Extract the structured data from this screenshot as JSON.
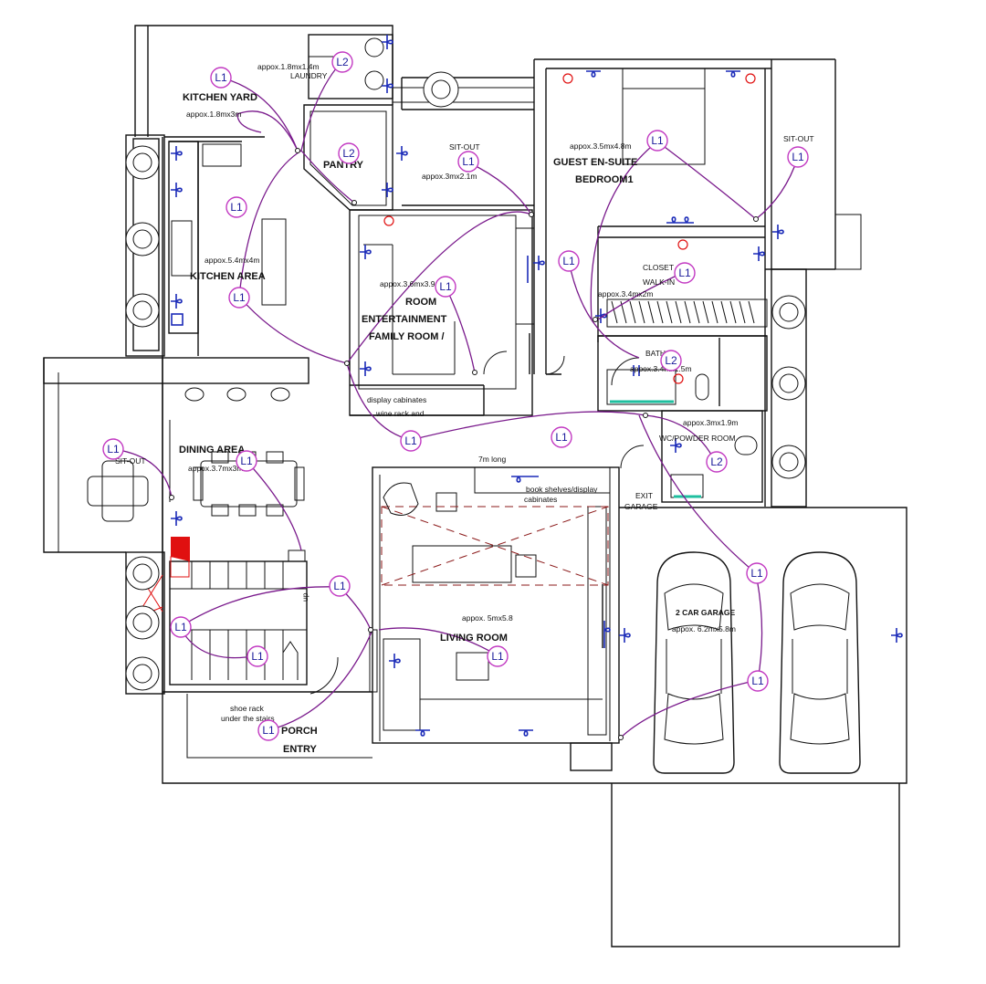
{
  "rooms": {
    "kitchen_yard": {
      "name": "KITCHEN YARD",
      "size": "appox.1.8mx3m"
    },
    "laundry": {
      "name": "LAUNDRY",
      "size": "appox.1.8mx1.4m"
    },
    "pantry": {
      "name": "PANTRY"
    },
    "kitchen": {
      "name": "KITCHEN AREA",
      "size": "appox.5.4mx4m"
    },
    "sitout_top": {
      "name": "SIT-OUT",
      "size": "appox.3mx2.1m"
    },
    "family_room": {
      "line1": "ROOM",
      "line2": "ENTERTAINMENT",
      "line3": "FAMILY ROOM /",
      "size": "appox.3.6mx3.9m"
    },
    "guest_bedroom": {
      "line1": "GUEST EN-SUITE",
      "line2": "BEDROOM1",
      "size": "appox.3.5mx4.8m"
    },
    "sitout_right": {
      "name": "SIT-OUT"
    },
    "closet": {
      "line1": "CLOSET",
      "line2": "WALK-IN",
      "size": "appox.3.4mx2m"
    },
    "bath": {
      "name": "BATH",
      "size": "appox.3.4mx1.5m"
    },
    "wc": {
      "name": "WC/POWDER ROOM",
      "size": "appox.3mx1.9m"
    },
    "dining": {
      "name": "DINING AREA",
      "size": "appox.3.7mx3m"
    },
    "sitout_left": {
      "name": "SIT-OUT"
    },
    "living": {
      "name": "LIVING ROOM",
      "size": "appox. 5mx5.8"
    },
    "garage": {
      "name": "2 CAR GARAGE",
      "size": "appox. 6.2mx5.8m"
    },
    "porch": {
      "line1": "PORCH",
      "line2": "ENTRY"
    }
  },
  "notes": {
    "display_cabinets_1": "display cabinates",
    "display_cabinets_2": "wine rack and",
    "seven_m": "7m long",
    "book_shelves_1": "book shelves/display",
    "book_shelves_2": "cabinates",
    "exit_1": "EXIT",
    "exit_2": "GARAGE",
    "shoe_rack_1": "shoe rack",
    "shoe_rack_2": "under the stairs",
    "up": "up"
  },
  "labels": {
    "l1": "L1",
    "l2": "L2"
  },
  "colors": {
    "wire": "#7a1a8c",
    "circle": "#c23ac2",
    "socket": "#1a2ab8",
    "dashed": "#8b1a1a",
    "red_fill": "#e01010",
    "bath_green": "#1fbf9f"
  }
}
